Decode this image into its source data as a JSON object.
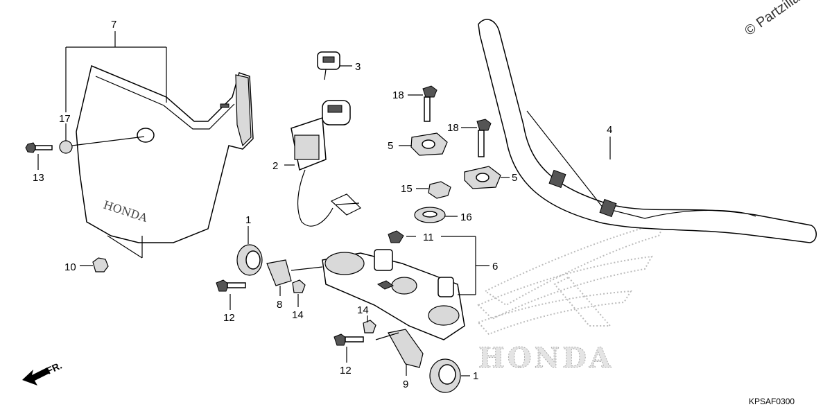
{
  "watermark": "© Partzilla",
  "diagram_code": "KPSAF0300",
  "front_marker": "FR.",
  "logo_text": "HONDA",
  "cover_text": "HONDA",
  "callouts": {
    "c1a": "1",
    "c1b": "1",
    "c2": "2",
    "c3": "3",
    "c4": "4",
    "c5a": "5",
    "c5b": "5",
    "c6": "6",
    "c7": "7",
    "c8": "8",
    "c9": "9",
    "c10": "10",
    "c11": "11",
    "c12a": "12",
    "c12b": "12",
    "c13": "13",
    "c14a": "14",
    "c14b": "14",
    "c15": "15",
    "c16": "16",
    "c17": "17",
    "c18a": "18",
    "c18b": "18"
  }
}
